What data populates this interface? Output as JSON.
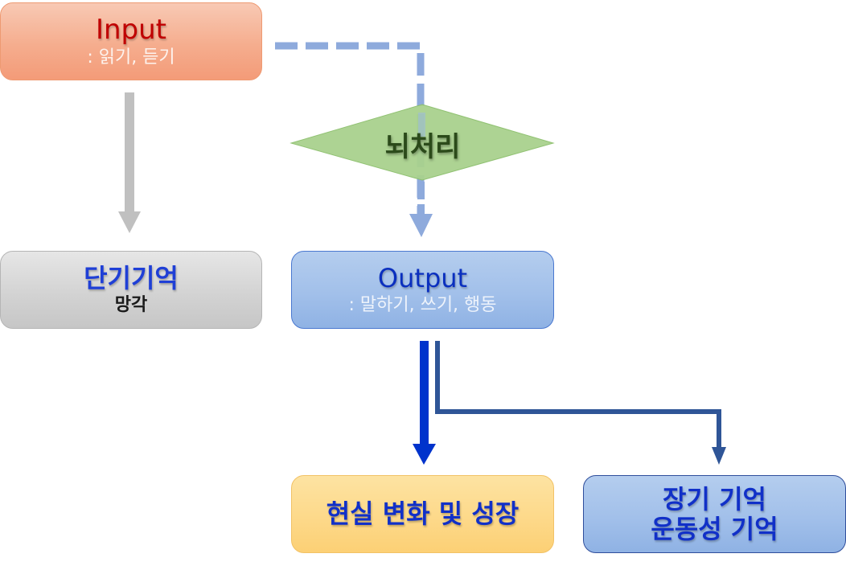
{
  "diagram": {
    "nodes": {
      "input": {
        "title": "Input",
        "subtitle": ": 읽기, 듣기",
        "fill": "#f5ad8e"
      },
      "brain_processing": {
        "title": "뇌처리",
        "fill": "#a9d18e",
        "shape": "diamond"
      },
      "short_term": {
        "title": "단기기억",
        "subtitle": "망각",
        "fill": "#d3d3d3"
      },
      "output": {
        "title": "Output",
        "subtitle": ": 말하기, 쓰기, 행동",
        "fill": "#a2c0ea"
      },
      "growth": {
        "title": "현실 변화 및 성장",
        "fill": "#fdd98a"
      },
      "long_term": {
        "title_line1": "장기 기억",
        "title_line2": "운동성 기억",
        "fill": "#a2c0ea"
      }
    },
    "edges": [
      {
        "from": "input",
        "to": "short_term",
        "style": "solid",
        "color": "#c0c0c0"
      },
      {
        "from": "input",
        "to": "output",
        "via": "brain_processing",
        "style": "dashed",
        "color": "#8eaadc"
      },
      {
        "from": "output",
        "to": "growth",
        "style": "solid",
        "color": "#0033cc"
      },
      {
        "from": "output",
        "to": "long_term",
        "style": "solid",
        "color": "#2f5597"
      }
    ]
  }
}
